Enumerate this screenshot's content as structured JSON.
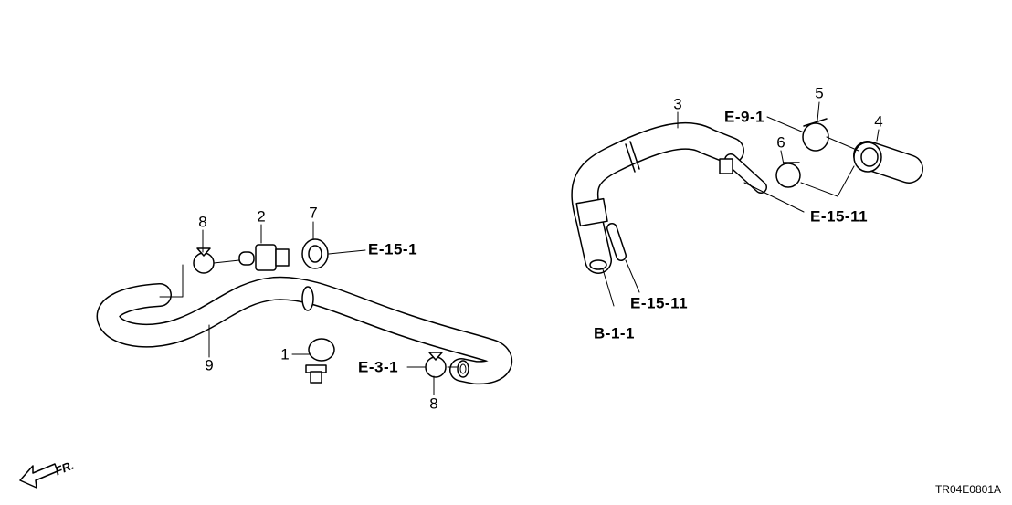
{
  "diagram_code": "TR04E0801A",
  "front_indicator": "FR.",
  "callouts": {
    "p1": "1",
    "p2": "2",
    "p3": "3",
    "p4": "4",
    "p5": "5",
    "p6": "6",
    "p7": "7",
    "p8a": "8",
    "p8b": "8",
    "p9": "9"
  },
  "references": {
    "e15_1": "E-15-1",
    "e3_1": "E-3-1",
    "e9_1": "E-9-1",
    "e15_11_upper": "E-15-11",
    "e15_11_lower": "E-15-11",
    "b1_1": "B-1-1"
  }
}
